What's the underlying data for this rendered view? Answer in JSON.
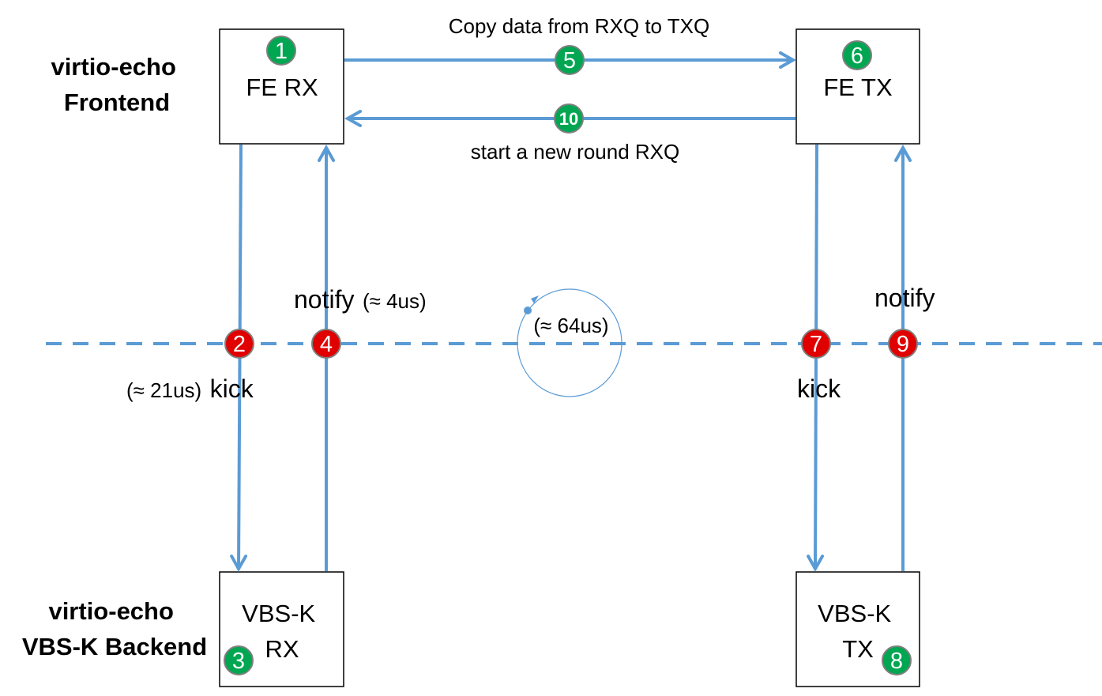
{
  "layers": {
    "frontend": [
      "virtio-echo",
      "Frontend"
    ],
    "backend": [
      "virtio-echo",
      "VBS-K Backend"
    ]
  },
  "boxes": {
    "fe_rx": [
      "FE RX"
    ],
    "fe_tx": [
      "FE TX"
    ],
    "vbs_rx": [
      "VBS-K",
      "RX"
    ],
    "vbs_tx": [
      "VBS-K",
      "TX"
    ]
  },
  "edges": {
    "copy": "Copy data from RXQ to TXQ",
    "new_round": "start a new round RXQ",
    "notify_rx": "notify",
    "notify_rx_time": "(≈ 4us)",
    "kick_rx": "kick",
    "kick_rx_time": "(≈ 21us)",
    "kick_tx": "kick",
    "notify_tx": "notify",
    "loop_time": "(≈ 64us)"
  },
  "steps": [
    "1",
    "2",
    "3",
    "4",
    "5",
    "6",
    "7",
    "8",
    "9",
    "10"
  ],
  "colors": {
    "arrow": "#5b9bd5",
    "green_badge": "#00a651",
    "red_badge": "#e00000",
    "badge_border": "#7f7f7f"
  }
}
